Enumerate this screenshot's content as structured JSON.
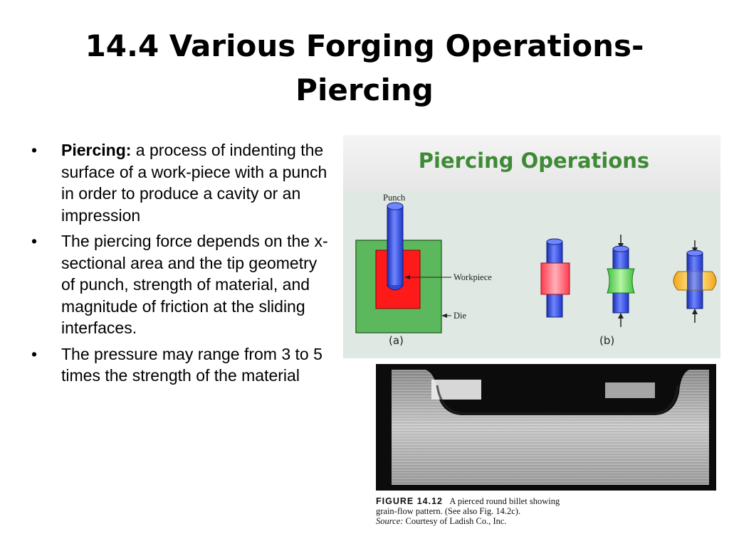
{
  "title": {
    "line1": "14.4 Various Forging Operations-",
    "line2": "Piercing"
  },
  "bullets": [
    {
      "term": "Piercing:",
      "text": " a process of indenting the surface of a work-piece with a punch in order to produce a cavity or an impression"
    },
    {
      "term": "",
      "text": "The piercing force depends on the x-sectional area and the tip geometry of punch, strength of material, and magnitude of friction at the sliding interfaces."
    },
    {
      "term": "",
      "text": "The pressure may range from 3 to 5 times the strength of the material"
    }
  ],
  "bullet_glyph": "•",
  "diagram": {
    "heading": "Piercing Operations",
    "label_punch": "Punch",
    "label_workpiece": "Workpiece",
    "label_die": "Die",
    "label_a": "(a)",
    "label_b": "(b)",
    "colors": {
      "heading": "#3e8a36",
      "punch": "#2f4fe0",
      "workpiece": "#ff1a1a",
      "die": "#5cb85c",
      "pink_block": "#ff5a6a",
      "green_block": "#66dd55",
      "yellow_block": "#ffd23f",
      "panel_bg": "#dfe8e3"
    }
  },
  "photo_caption": {
    "figure_label": "FIGURE 14.12",
    "line1_text": "A pierced round billet showing",
    "line2": "grain-flow pattern. (See also Fig. 14.2c).",
    "source_label": "Source:",
    "source_text": "Courtesy of Ladish Co., Inc."
  }
}
